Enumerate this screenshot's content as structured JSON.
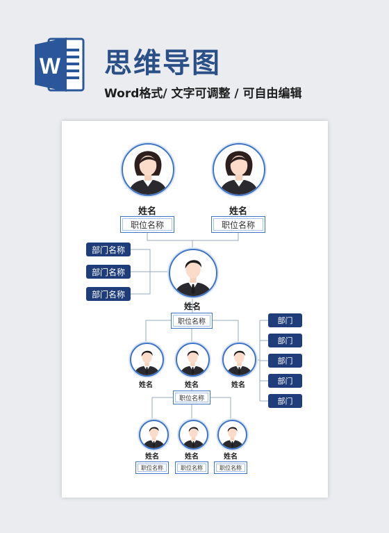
{
  "header": {
    "title": "思维导图",
    "subtitle": "Word格式/ 文字可调整 / 可自由编辑",
    "logo_letter": "W",
    "logo_icon": "word-app-icon"
  },
  "colors": {
    "brand_blue": "#2b4f87",
    "department_fill": "#1f3d7a",
    "frame_blue": "#3f73c6",
    "connector_gray": "#9aa8bb"
  },
  "top_row": [
    {
      "name": "姓名",
      "position": "职位名称",
      "avatar": "female-avatar"
    },
    {
      "name": "姓名",
      "position": "职位名称",
      "avatar": "female-avatar"
    }
  ],
  "center": {
    "name": "姓名",
    "position": "职位名称",
    "avatar": "male-avatar"
  },
  "left_departments": [
    "部门名称",
    "部门名称",
    "部门名称"
  ],
  "middle_row": [
    {
      "name": "姓名",
      "avatar": "male-avatar"
    },
    {
      "name": "姓名",
      "avatar": "male-avatar"
    },
    {
      "name": "姓名",
      "avatar": "male-avatar"
    }
  ],
  "middle_position": "职位名称",
  "right_departments": [
    "部门",
    "部门",
    "部门",
    "部门",
    "部门"
  ],
  "bottom_row": [
    {
      "name": "姓名",
      "position": "职位名称",
      "avatar": "male-avatar"
    },
    {
      "name": "姓名",
      "position": "职位名称",
      "avatar": "male-avatar"
    },
    {
      "name": "姓名",
      "position": "职位名称",
      "avatar": "male-avatar"
    }
  ]
}
